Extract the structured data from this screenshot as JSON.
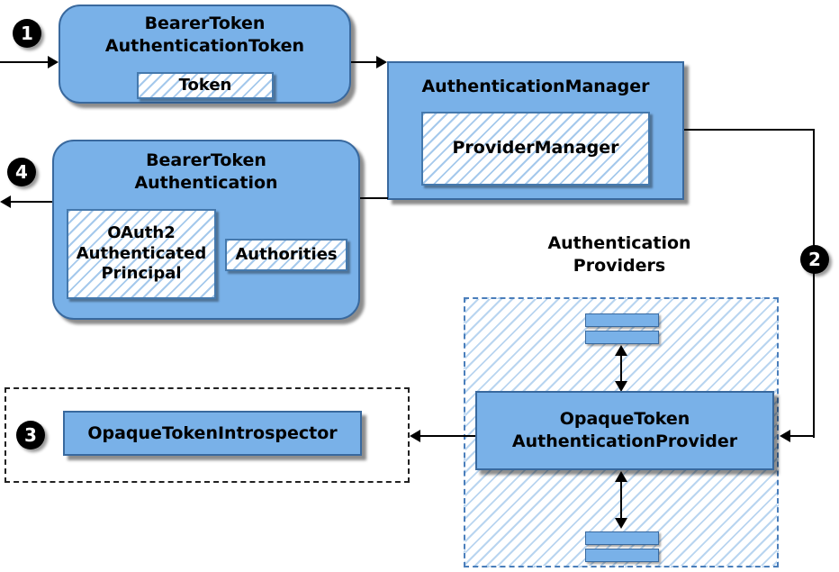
{
  "colors": {
    "node_fill": "#79b1e8",
    "node_border": "#39699e",
    "inner_border": "#4579ad",
    "hatch_stripe": "#a5c9ec",
    "dashed_region_border": "#4a7ebb",
    "dashed_box_border": "#222222",
    "arrow": "#000000",
    "badge_bg": "#000000",
    "badge_text": "#ffffff"
  },
  "badges": {
    "step1": "1",
    "step2": "2",
    "step3": "3",
    "step4": "4"
  },
  "nodes": {
    "bearer_token_authentication_token": "BearerToken\nAuthenticationToken",
    "token": "Token",
    "authentication_manager": "AuthenticationManager",
    "provider_manager": "ProviderManager",
    "bearer_token_authentication": "BearerToken\nAuthentication",
    "oauth2_authenticated_principal": "OAuth2\nAuthenticated\nPrincipal",
    "authorities": "Authorities",
    "authentication_providers_label": "Authentication\nProviders",
    "opaque_token_authentication_provider": "OpaqueToken\nAuthenticationProvider",
    "opaque_token_introspector": "OpaqueTokenIntrospector"
  }
}
